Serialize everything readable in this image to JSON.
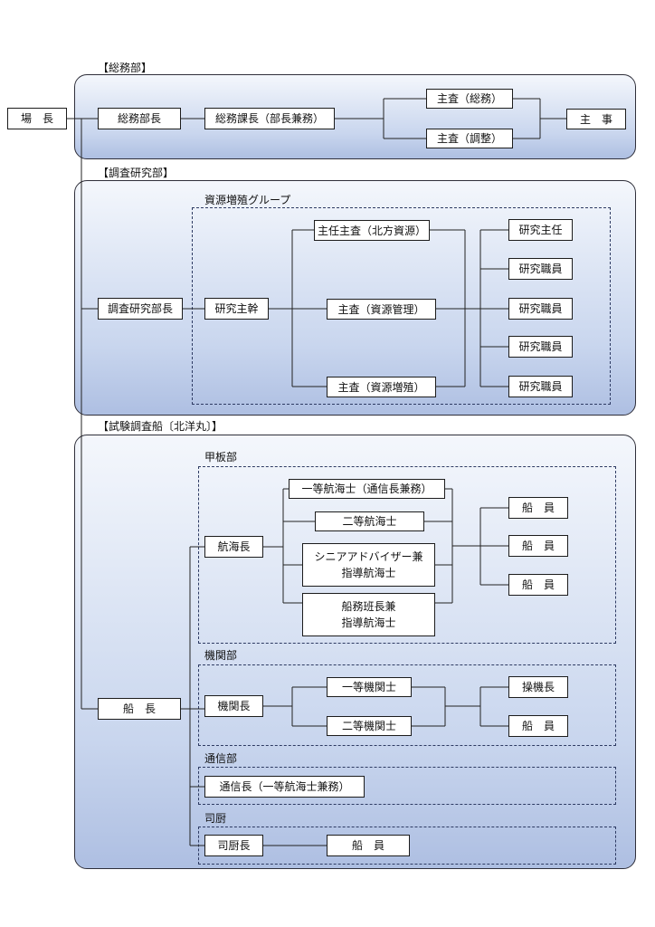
{
  "sections": {
    "general": "【総務部】",
    "research": "【調査研究部】",
    "vessel": "【試験調査船〔北洋丸〕】"
  },
  "groups": {
    "resource": "資源増殖グループ",
    "deck": "甲板部",
    "engine": "機関部",
    "comm": "通信部",
    "galley": "司厨"
  },
  "boxes": {
    "director": "場　長",
    "general_manager": "総務部長",
    "general_section_chief": "総務課長（部長兼務）",
    "chief_general": "主査（総務）",
    "chief_coord": "主査（調整）",
    "staff": "主　事",
    "research_manager": "調査研究部長",
    "research_leader": "研究主幹",
    "senior_chief_north": "主任主査（北方資源）",
    "chief_mgmt": "主査（資源管理）",
    "chief_enhance": "主査（資源増殖）",
    "researcher_chief": "研究主任",
    "researcher_1": "研究職員",
    "researcher_2": "研究職員",
    "researcher_3": "研究職員",
    "researcher_4": "研究職員",
    "captain": "船　長",
    "navigator_chief": "航海長",
    "first_officer": "一等航海士（通信長兼務）",
    "second_officer": "二等航海士",
    "senior_advisor": "シニアアドバイザー兼\n指導航海士",
    "purser": "船務班長兼\n指導航海士",
    "deck_crew_1": "船　員",
    "deck_crew_2": "船　員",
    "deck_crew_3": "船　員",
    "chief_engineer": "機関長",
    "first_engineer": "一等機関士",
    "second_engineer": "二等機関士",
    "engine_operator": "操機長",
    "engine_crew": "船　員",
    "radio_chief": "通信長（一等航海士兼務）",
    "chief_cook": "司厨長",
    "galley_crew": "船　員"
  }
}
